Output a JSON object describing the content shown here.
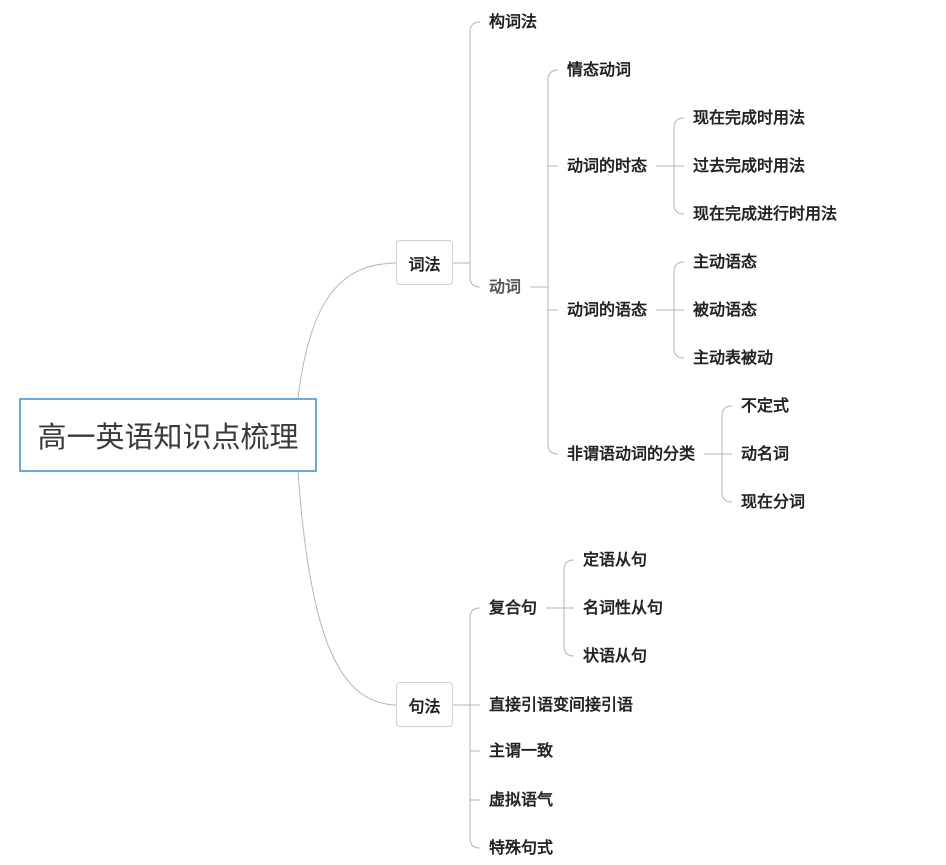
{
  "root": {
    "label": "高一英语知识点梳理"
  },
  "branches": {
    "cifa": {
      "label": "词法",
      "gouci": "构词法",
      "dongci": {
        "label": "动词",
        "qingtai": "情态动词",
        "shitai": {
          "label": "动词的时态",
          "items": [
            "现在完成时用法",
            "过去完成时用法",
            "现在完成进行时用法"
          ]
        },
        "yutai": {
          "label": "动词的语态",
          "items": [
            "主动语态",
            "被动语态",
            "主动表被动"
          ]
        },
        "feiwei": {
          "label": "非谓语动词的分类",
          "items": [
            "不定式",
            "动名词",
            "现在分词"
          ]
        }
      }
    },
    "jufa": {
      "label": "句法",
      "fuheju": {
        "label": "复合句",
        "items": [
          "定语从句",
          "名词性从句",
          "状语从句"
        ]
      },
      "others": [
        "直接引语变间接引语",
        "主谓一致",
        "虚拟语气",
        "特殊句式"
      ]
    }
  }
}
